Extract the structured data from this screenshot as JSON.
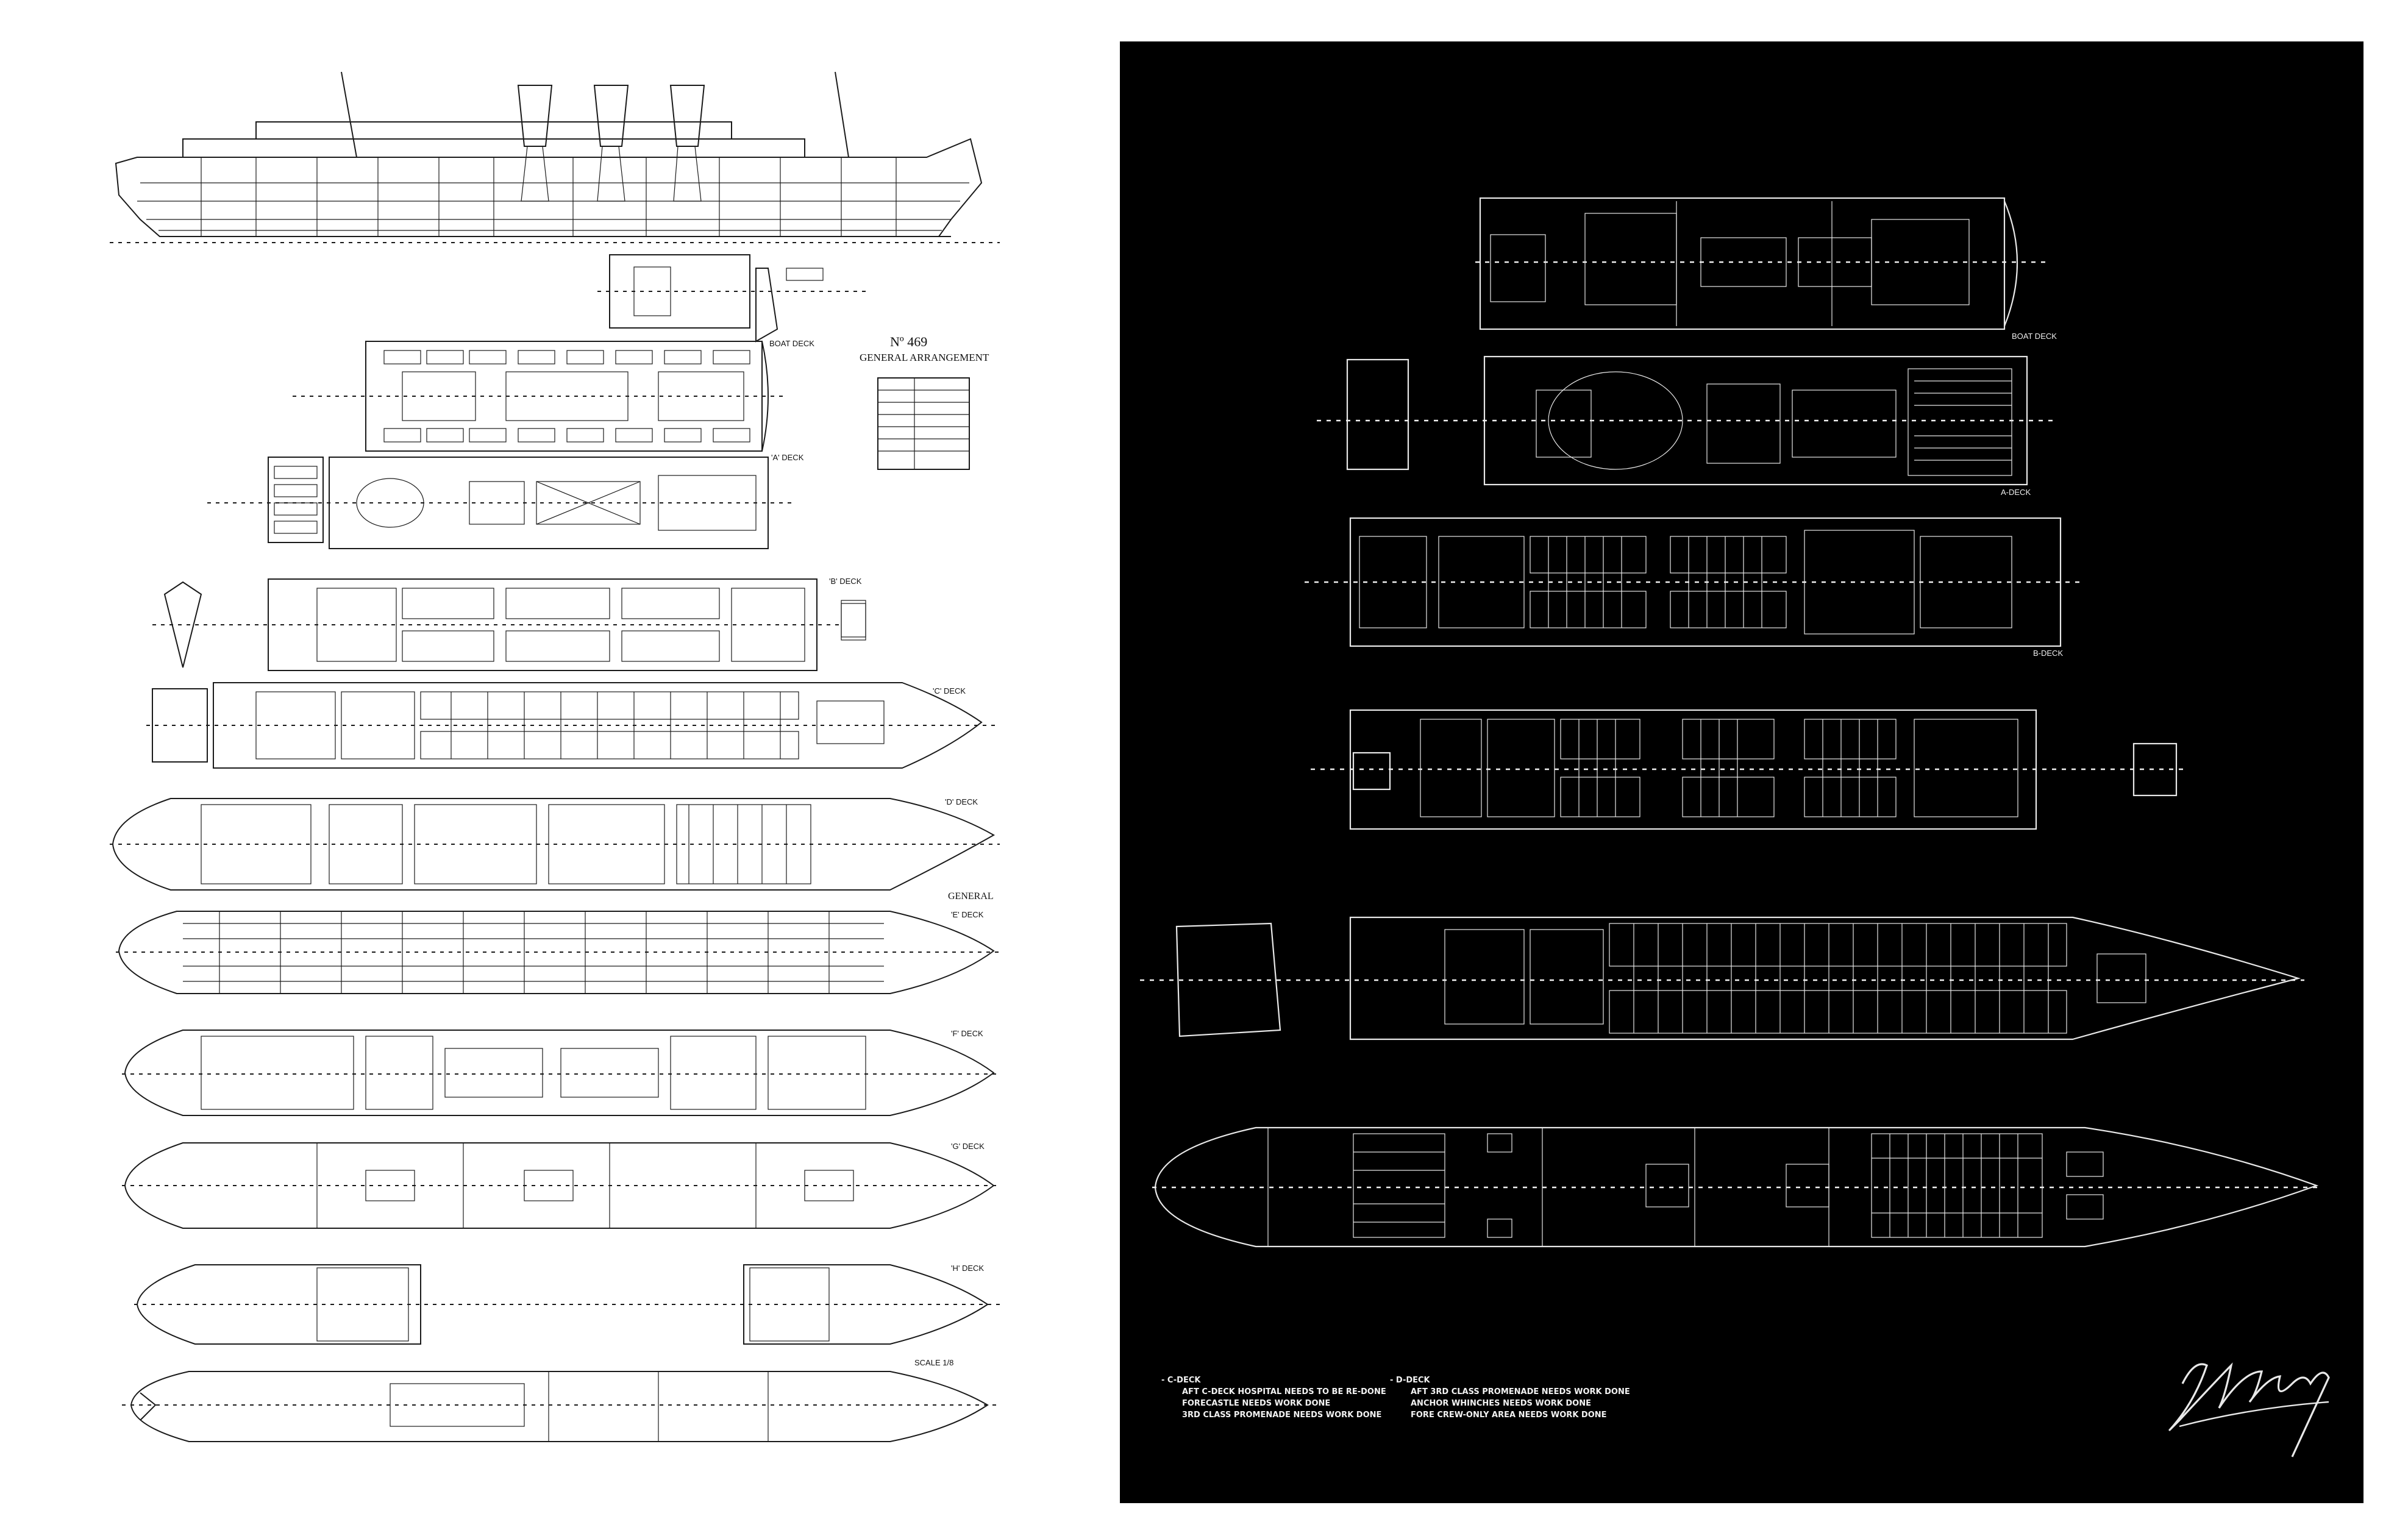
{
  "left_sheet": {
    "plate_number": "Nº 469",
    "plate_title": "GENERAL ARRANGEMENT",
    "deck_labels": [
      "BOAT DECK",
      "'A' DECK",
      "'B' DECK",
      "'C' DECK",
      "'D' DECK",
      "'E' DECK",
      "'F' DECK",
      "'G' DECK",
      "'H' DECK"
    ],
    "margin_mark": "GENERAL",
    "stamp": "SCALE 1/8"
  },
  "right_sheet": {
    "deck_labels": [
      "BOAT DECK",
      "A-DECK",
      "B-DECK"
    ]
  },
  "notes": {
    "c_deck": {
      "title": "- C-DECK",
      "items": [
        "AFT C-DECK HOSPITAL NEEDS TO BE RE-DONE",
        "FORECASTLE NEEDS WORK DONE",
        "3RD CLASS PROMENADE NEEDS WORK DONE"
      ]
    },
    "d_deck": {
      "title": "- D-DECK",
      "items": [
        "AFT 3RD CLASS PROMENADE NEEDS WORK DONE",
        "ANCHOR WHINCHES NEEDS WORK DONE",
        "FORE CREW-ONLY AREA NEEDS WORK DONE"
      ]
    }
  },
  "signature_text": "Jen Westwood",
  "colors": {
    "paper": "#ffffff",
    "sheet_black": "#000000",
    "ink": "#1a1a1a",
    "white_line": "#e8e8e8"
  }
}
